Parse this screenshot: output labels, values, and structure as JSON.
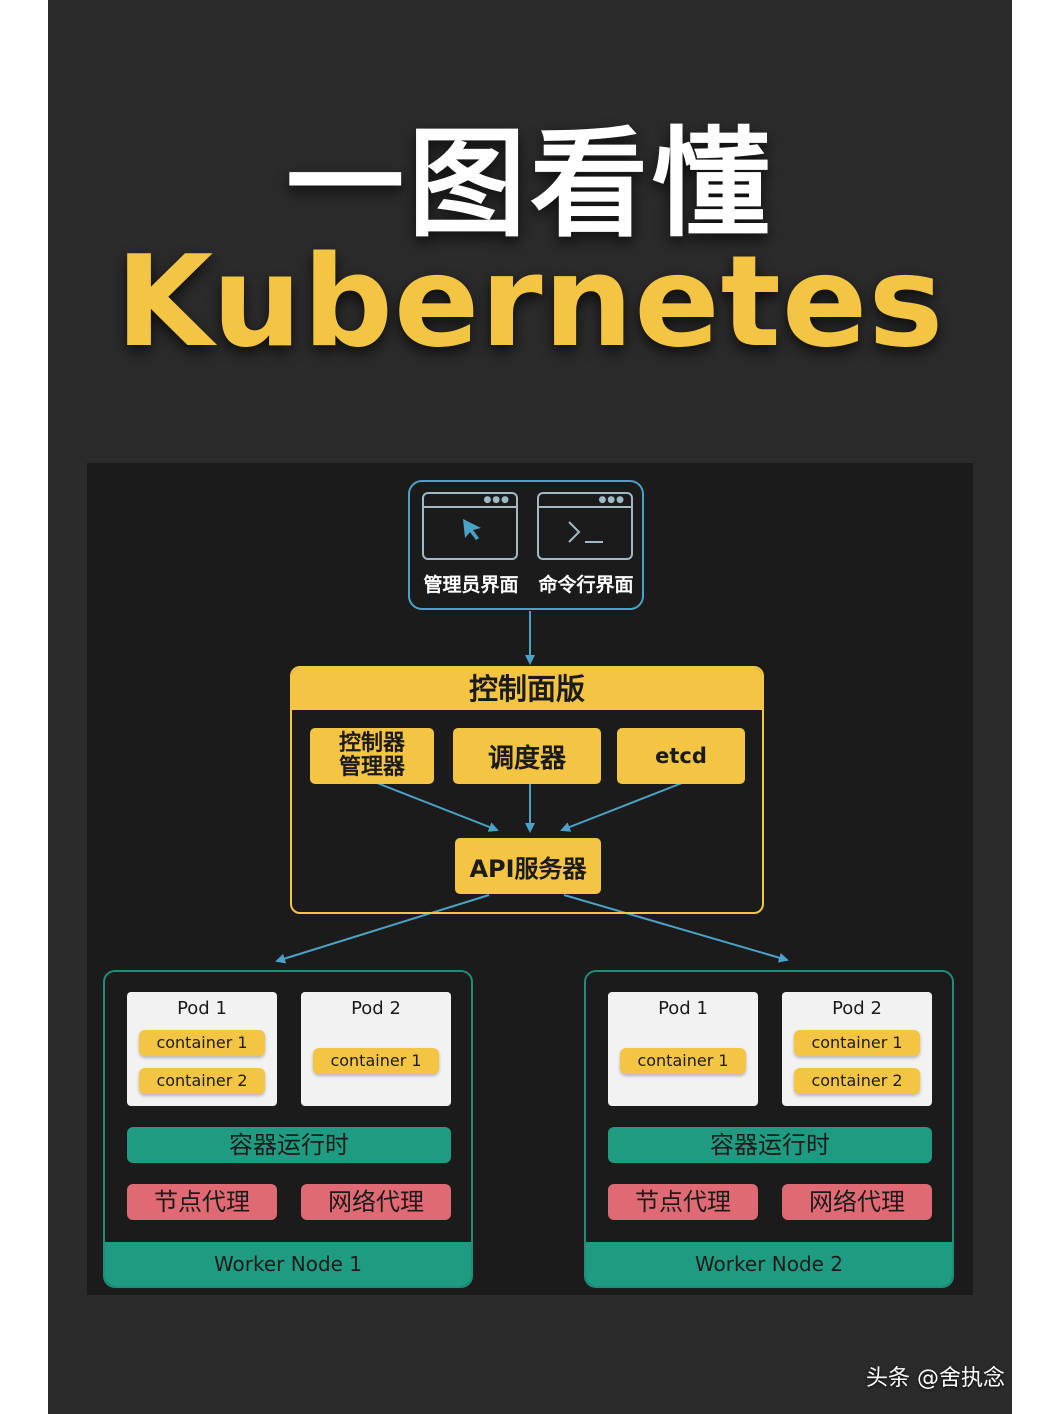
{
  "title": {
    "line1": "一图看懂",
    "line2": "Kubernetes"
  },
  "interfaces": {
    "admin_ui": "管理员界面",
    "cli": "命令行界面",
    "admin_icon": "cursor-arrow",
    "cli_icon": "terminal-prompt"
  },
  "control_plane": {
    "title": "控制面版",
    "controller_manager_line1": "控制器",
    "controller_manager_line2": "管理器",
    "scheduler": "调度器",
    "etcd": "etcd",
    "api_server": "API服务器"
  },
  "nodes": [
    {
      "name": "Worker Node 1",
      "pods": [
        {
          "title": "Pod 1",
          "containers": [
            "container 1",
            "container 2"
          ]
        },
        {
          "title": "Pod 2",
          "containers": [
            "container 1"
          ]
        }
      ],
      "runtime": "容器运行时",
      "node_agent": "节点代理",
      "network_proxy": "网络代理"
    },
    {
      "name": "Worker Node 2",
      "pods": [
        {
          "title": "Pod 1",
          "containers": [
            "container 1"
          ]
        },
        {
          "title": "Pod 2",
          "containers": [
            "container 1",
            "container 2"
          ]
        }
      ],
      "runtime": "容器运行时",
      "node_agent": "节点代理",
      "network_proxy": "网络代理"
    }
  ],
  "watermark": "头条 @舍执念",
  "colors": {
    "background": "#2b2b2b",
    "diagram_bg": "#1b1b1b",
    "accent_yellow": "#f4c542",
    "teal": "#1e9b80",
    "red": "#e06a73",
    "arrow_blue": "#4aa3c6"
  }
}
